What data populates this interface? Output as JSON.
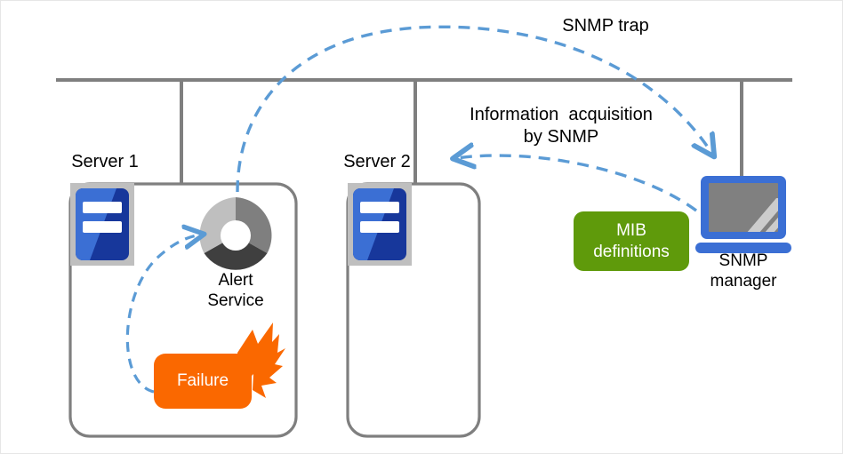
{
  "diagram": {
    "title": "SNMP monitoring diagram",
    "colors": {
      "bus_gray": "#7f7f7f",
      "box_outline": "#7f7f7f",
      "dashed_blue": "#5b9bd5",
      "failure_orange": "#fa6800",
      "mib_green": "#5f9a0b",
      "server_blue_light": "#3b6fd4",
      "server_blue_dark": "#17379b",
      "server_frame_gray": "#bfbfbf",
      "monitor_blue": "#3b6fd4",
      "monitor_screen_gray": "#808080",
      "donut_light": "#bfbfbf",
      "donut_mid": "#7f7f7f",
      "donut_dark": "#3f3f3f",
      "text_black": "#000000",
      "page_border": "#e6e6e6"
    },
    "labels": {
      "server1": "Server 1",
      "server2": "Server 2",
      "alert_service_line1": "Alert",
      "alert_service_line2": "Service",
      "failure": "Failure",
      "mib_line1": "MIB",
      "mib_line2": "definitions",
      "snmp_manager_line1": "SNMP",
      "snmp_manager_line2": "manager",
      "snmp_trap": "SNMP trap",
      "info_acquisition_line1": "Information  acquisition",
      "info_acquisition_line2": "by SNMP"
    },
    "icons": {
      "server1": "server-icon",
      "server2": "server-icon",
      "alert": "donut-chart-icon",
      "failure_burst": "explosion-burst-icon",
      "manager": "laptop-monitor-icon"
    },
    "arrows": [
      {
        "name": "snmp-trap-arrow",
        "label": "SNMP trap",
        "from": "Server 1 / Alert Service",
        "to": "SNMP manager",
        "style": "dashed"
      },
      {
        "name": "information-acquisition-arrow",
        "label": "Information  acquisition by SNMP",
        "from": "SNMP manager",
        "to": "Server 2",
        "style": "dashed"
      },
      {
        "name": "failure-to-alert-arrow",
        "label": "",
        "from": "Failure",
        "to": "Alert Service",
        "style": "dashed"
      }
    ]
  }
}
